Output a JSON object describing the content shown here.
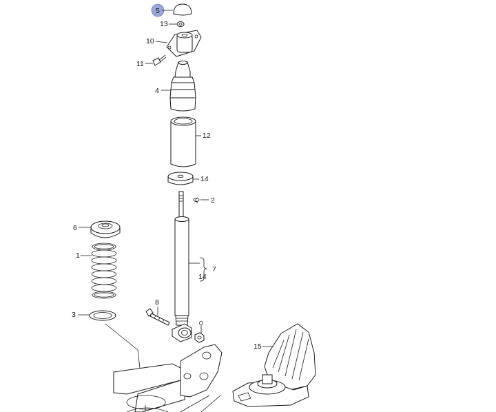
{
  "diagram": {
    "highlight_color": "#9aa6d6",
    "callouts": {
      "p5": "5",
      "p13": "13",
      "p10": "10",
      "p11": "11",
      "p4": "4",
      "p12": "12",
      "p14a": "14",
      "p2": "2",
      "p6": "6",
      "p1": "1",
      "p7": "7",
      "p14b": "14",
      "p8": "8",
      "p3": "3",
      "p15": "15"
    }
  }
}
